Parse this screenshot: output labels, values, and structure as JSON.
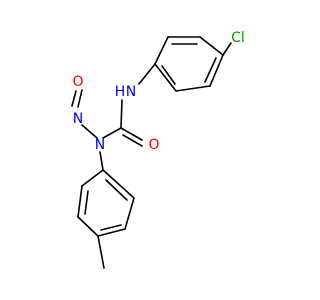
{
  "molecule": {
    "atoms": {
      "cl": {
        "label": "Cl",
        "color": "#00a000"
      },
      "nh": {
        "label": "H",
        "color": "#0000ff"
      },
      "n_amide": {
        "label": "N",
        "color": "#0000ff"
      },
      "o_carbonyl": {
        "label": "O",
        "color": "#ff0000"
      },
      "n_nitroso": {
        "label": "N",
        "color": "#0000ff"
      },
      "n_upper": {
        "label": "N",
        "color": "#0000ff"
      },
      "o_nitroso": {
        "label": "O",
        "color": "#ff0000"
      }
    },
    "bond_color": "#000000"
  }
}
